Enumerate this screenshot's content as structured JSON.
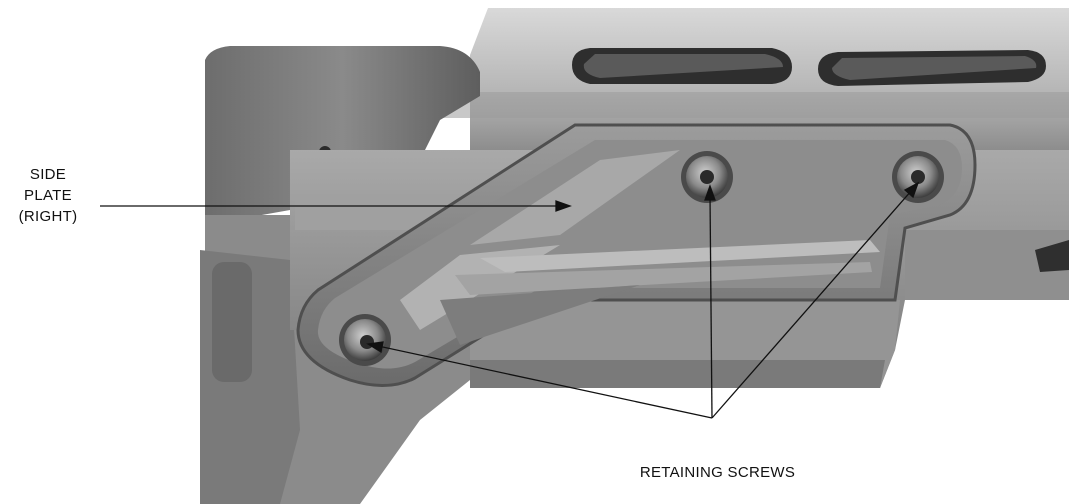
{
  "labels": {
    "side_plate": [
      "SIDE",
      "PLATE",
      "(RIGHT)"
    ],
    "retaining_screws": "RETAINING SCREWS"
  },
  "image": {
    "subject": "rifle-chassis-side-plate-photo"
  }
}
